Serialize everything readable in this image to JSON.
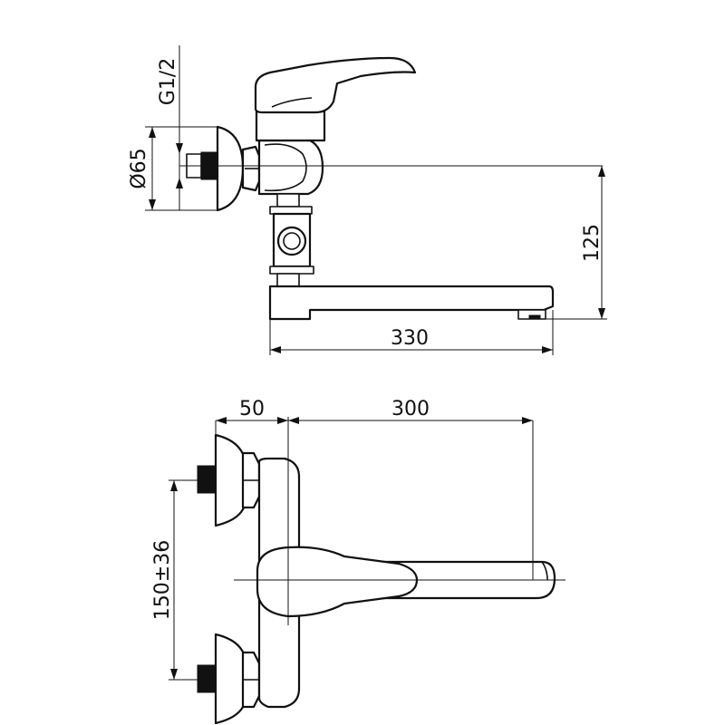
{
  "dimensions": {
    "thread": "G1/2",
    "diameter": "Ø65",
    "height": "125",
    "reach_side": "330",
    "offset_top": "50",
    "reach_top": "300",
    "spacing": "150±36"
  },
  "colors": {
    "line": "#111111",
    "background": "#ffffff"
  }
}
